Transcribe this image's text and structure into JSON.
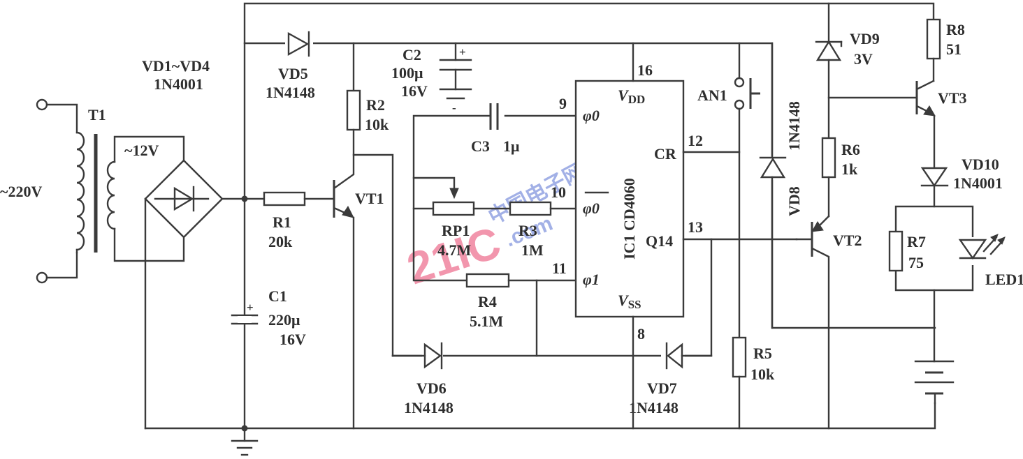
{
  "diagram": {
    "type": "circuit-schematic",
    "input": {
      "voltage": "~220V"
    },
    "transformer": {
      "ref": "T1",
      "secondary": "~12V"
    },
    "bridge": {
      "ref": "VD1~VD4",
      "part": "1N4001"
    },
    "components": {
      "vd5": {
        "ref": "VD5",
        "part": "1N4148"
      },
      "r1": {
        "ref": "R1",
        "value": "20k"
      },
      "r2": {
        "ref": "R2",
        "value": "10k"
      },
      "vt1": {
        "ref": "VT1"
      },
      "c1": {
        "ref": "C1",
        "value": "220μ",
        "rating": "16V",
        "plus": "+"
      },
      "c2": {
        "ref": "C2",
        "value": "100μ",
        "rating": "16V",
        "plus": "+",
        "minus": "-"
      },
      "c3": {
        "ref": "C3",
        "value": "1μ"
      },
      "rp1": {
        "ref": "RP1",
        "value": "4.7M"
      },
      "r3": {
        "ref": "R3",
        "value": "1M"
      },
      "r4": {
        "ref": "R4",
        "value": "5.1M"
      },
      "vd6": {
        "ref": "VD6",
        "part": "1N4148"
      },
      "vd7": {
        "ref": "VD7",
        "part": "1N4148"
      },
      "ic1": {
        "ref": "IC1",
        "part": "CD4060",
        "pins": {
          "vdd": {
            "num": "16",
            "name": "V",
            "sub": "DD"
          },
          "phi0": {
            "num": "9",
            "name": "φ0"
          },
          "phi0bar": {
            "num": "10",
            "name": "φ0"
          },
          "phi1": {
            "num": "11",
            "name": "φ1"
          },
          "cr": {
            "num": "12",
            "name": "CR"
          },
          "q14": {
            "num": "13",
            "name": "Q14"
          },
          "vss": {
            "num": "8",
            "name": "V",
            "sub": "SS"
          }
        }
      },
      "an1": {
        "ref": "AN1"
      },
      "r5": {
        "ref": "R5",
        "value": "10k"
      },
      "vd8": {
        "ref": "VD8",
        "part": "1N4148"
      },
      "vd9": {
        "ref": "VD9",
        "value": "3V"
      },
      "r6": {
        "ref": "R6",
        "value": "1k"
      },
      "vt2": {
        "ref": "VT2"
      },
      "r8": {
        "ref": "R8",
        "value": "51"
      },
      "vt3": {
        "ref": "VT3"
      },
      "vd10": {
        "ref": "VD10",
        "part": "1N4001"
      },
      "r7": {
        "ref": "R7",
        "value": "75"
      },
      "led1": {
        "ref": "LED1"
      }
    },
    "watermark": {
      "main": "21IC",
      "sub": "中国电子网",
      "domain": ".com"
    }
  }
}
